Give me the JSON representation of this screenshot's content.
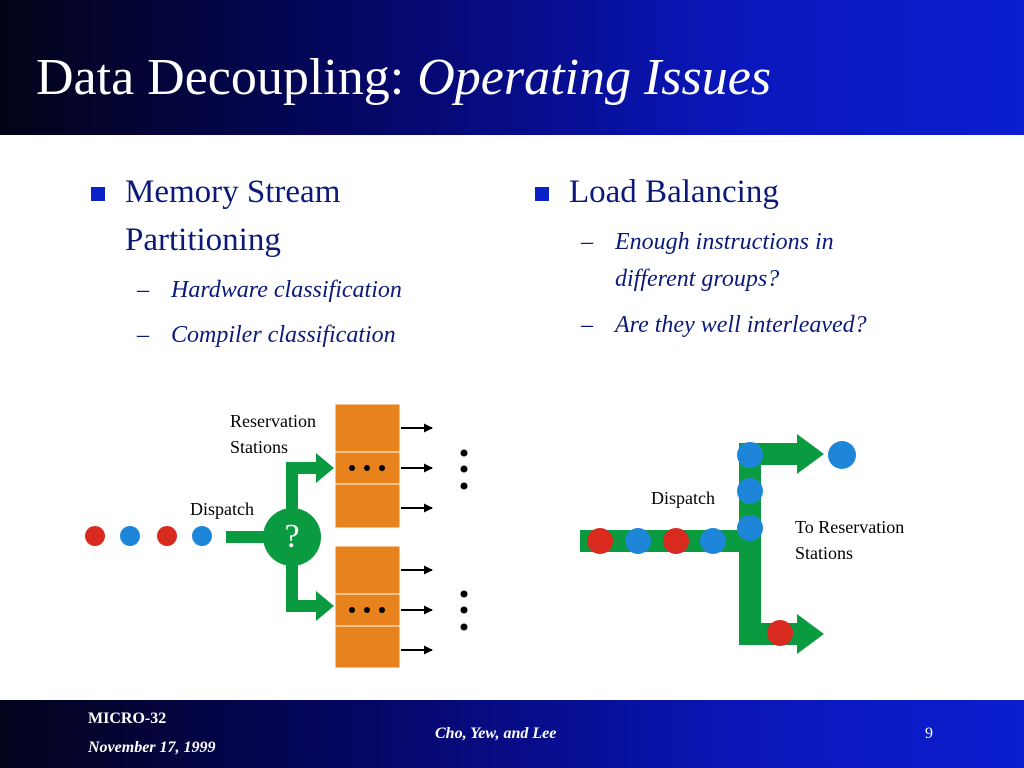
{
  "slide": {
    "title": "Data Decoupling:",
    "title_sub": "Operating Issues",
    "left": {
      "bullet_line1": "Memory Stream",
      "bullet_line2": "Partitioning",
      "subitems": [
        "Hardware classification",
        "Compiler classification"
      ]
    },
    "right": {
      "bullet": "Load Balancing",
      "sub1_line1": "Enough instructions in",
      "sub1_line2": "different groups?",
      "sub2": "Are they well interleaved?"
    },
    "diagram_left": {
      "rs_label_line1": "Reservation",
      "rs_label_line2": "Stations",
      "dispatch_label": "Dispatch",
      "question_mark": "?"
    },
    "diagram_right": {
      "dispatch_label": "Dispatch",
      "to_rs_line1": "To Reservation",
      "to_rs_line2": "Stations"
    },
    "colors": {
      "red": "#d82a1e",
      "blue": "#1e86d8",
      "green": "#0a9a40",
      "orange": "#e8821c",
      "navy": "#0b1a7a"
    }
  },
  "footer": {
    "venue": "MICRO-32",
    "date": "November 17, 1999",
    "authors": "Cho, Yew, and Lee",
    "page": "9"
  }
}
